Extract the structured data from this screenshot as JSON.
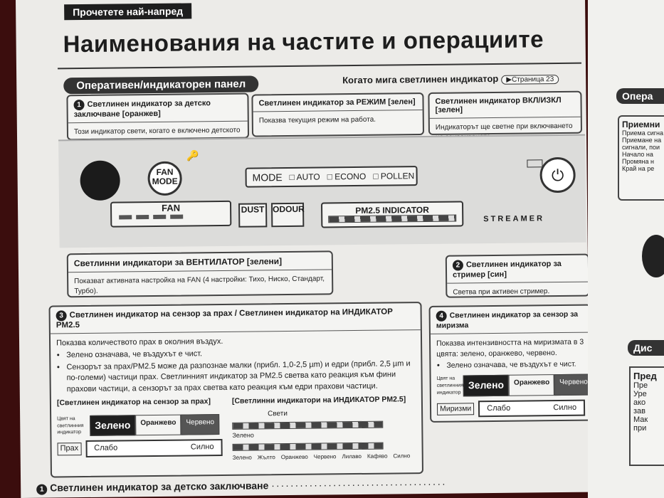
{
  "header": {
    "tag": "Прочетете най-напред",
    "title": "Наименования на частите и операциите"
  },
  "section": {
    "title": "Оперативен/индикаторен панел",
    "blink_note": "Когато мига светлинен индикатор",
    "page_ref": "Страница 23"
  },
  "box1": {
    "num": "1",
    "title": "Светлинен индикатор за детско заключване [оранжев]",
    "text": "Този индикатор свети, когато е включено детското заключване."
  },
  "box_mode": {
    "title": "Светлинен индикатор за РЕЖИМ [зелен]",
    "text": "Показва текущия режим на работа."
  },
  "box_power": {
    "title": "Светлинен индикатор ВКЛ/ИЗКЛ [зелен]",
    "text": "Индикаторът ще светне при включването на захранването."
  },
  "device": {
    "fan_mode_top": "FAN",
    "fan_mode_bottom": "MODE",
    "mode": "MODE",
    "auto": "AUTO",
    "econo": "ECONO",
    "pollen": "POLLEN",
    "fan": "FAN",
    "dust": "DUST",
    "odour": "ODOUR",
    "pm25": "PM2.5 INDICATOR",
    "streamer": "STREAMER"
  },
  "box_fan": {
    "title": "Светлинни индикатори за ВЕНТИЛАТОР [зелени]",
    "text": "Показват активната настройка на FAN (4 настройки: Тихо, Ниско, Стандарт, Турбо)."
  },
  "box2": {
    "num": "2",
    "title": "Светлинен индикатор за стример [син]",
    "text": "Светва при активен стример."
  },
  "box3": {
    "num": "3",
    "title": "Светлинен индикатор на сензор за прах / Светлинен индикатор на ИНДИКАТОР PM2.5",
    "intro": "Показва количеството прах в околния въздух.",
    "bullets": [
      "Зелено означава, че въздухът е чист.",
      "Сензорът за прах/PM2.5 може да разпознае малки (прибл. 1,0-2,5 µm) и едри (прибл. 2,5 µm и по-големи) частици прах. Светлинният индикатор за PM2.5 светва като реакция към фини прахови частици, а сензорът за прах светва като реакция към едри прахови частици."
    ],
    "dust_sub": "[Светлинен индикатор на сензор за прах]",
    "pm_sub": "[Светлинни индикатори на ИНДИКАТОР PM2.5]",
    "color_label": "Цвят на светлинния индикатор",
    "green": "Зелено",
    "orange": "Оранжево",
    "red": "Червено",
    "dust_word": "Прах",
    "weak": "Слабо",
    "strong": "Силно",
    "lit": "Свети",
    "green_small": "Зелено",
    "colors": [
      "Зелено",
      "Жълто",
      "Оранжево",
      "Червено",
      "Лилаво",
      "Кафяво",
      "Силно"
    ]
  },
  "box4": {
    "num": "4",
    "title": "Светлинен индикатор за сензор за миризма",
    "intro": "Показва интензивността на миризмата в 3 цвята: зелено, оранжево, червено.",
    "bullet": "Зелено означава, че въздухът е чист.",
    "color_label": "Цвят на светлинния индикатор",
    "green": "Зелено",
    "orange": "Оранжево",
    "red": "Червено",
    "odour_word": "Миризми",
    "weak": "Слабо",
    "strong": "Силно"
  },
  "footer": {
    "num": "1",
    "text": "Светлинен индикатор за детско заключване"
  },
  "right_page": {
    "sec": "Опера",
    "box_title": "Приемни",
    "lines": [
      "Приема сигна",
      "Приемане на",
      "сигнали, пои",
      "Начало на",
      "Промяна н",
      "Край на ре"
    ],
    "sec2": "Дис",
    "box2_title": "Пред",
    "lines2": [
      "Пре",
      "Уре",
      "ако",
      "зав",
      "Мак",
      "при"
    ]
  }
}
